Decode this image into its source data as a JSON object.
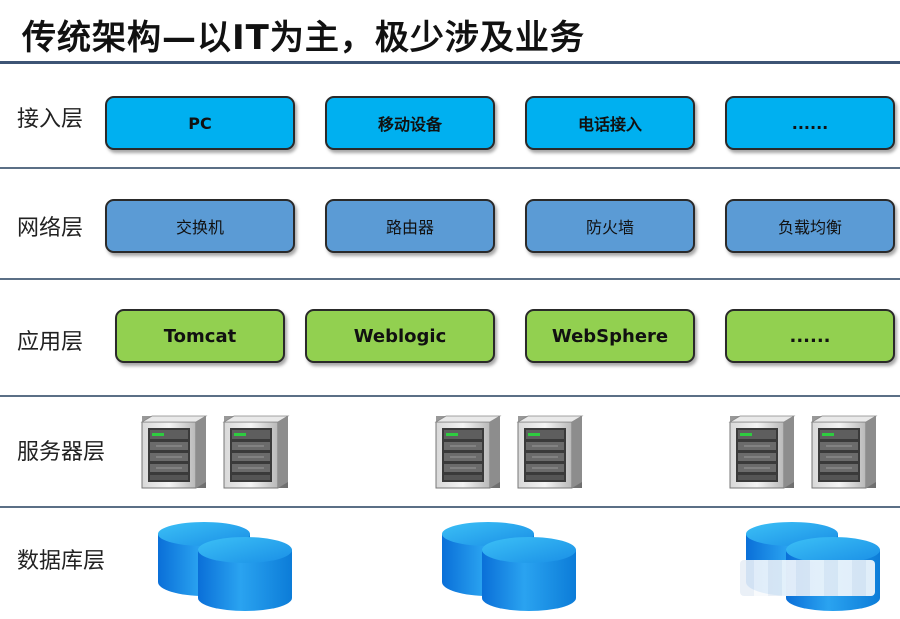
{
  "title": "传统架构—以IT为主，极少涉及业务",
  "layers": {
    "access": {
      "label": "接入层",
      "boxes": [
        "PC",
        "移动设备",
        "电话接入",
        "......"
      ]
    },
    "network": {
      "label": "网络层",
      "boxes": [
        "交换机",
        "路由器",
        "防火墙",
        "负载均衡"
      ]
    },
    "application": {
      "label": "应用层",
      "boxes": [
        "Tomcat",
        "Weblogic",
        "WebSphere",
        "......"
      ]
    },
    "server": {
      "label": "服务器层"
    },
    "database": {
      "label": "数据库层"
    }
  },
  "colors": {
    "access": "#00b0f0",
    "network": "#5b9bd5",
    "application": "#92d050",
    "divider": "#5b6f86"
  },
  "icons": {
    "server": "server-rack-icon",
    "database": "database-cylinder-icon"
  }
}
